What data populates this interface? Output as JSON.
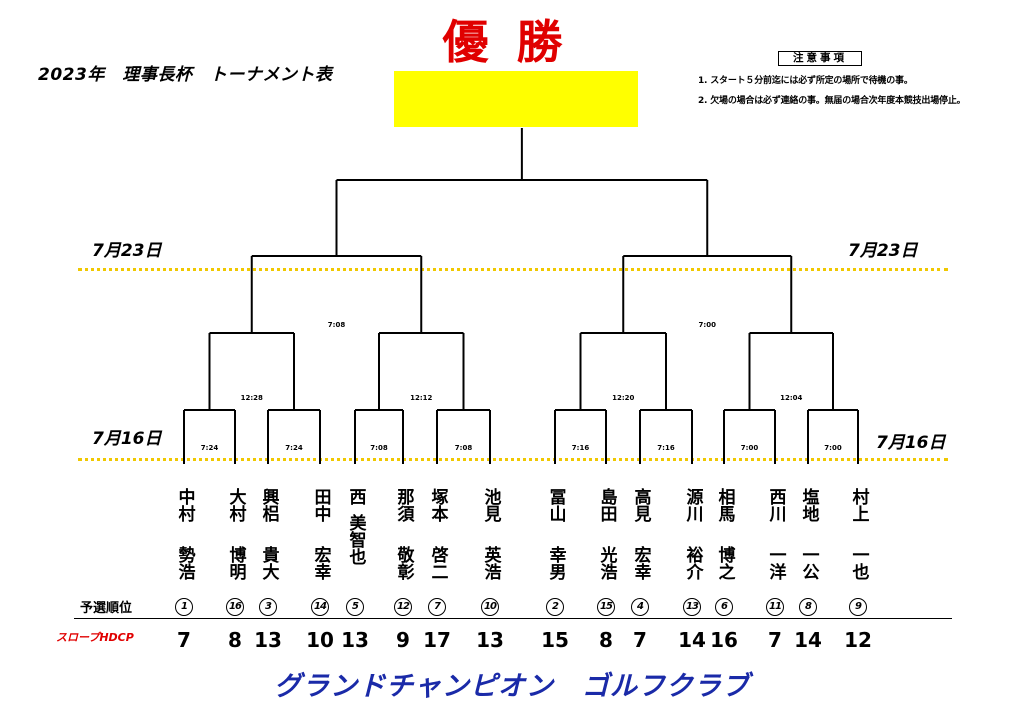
{
  "title": "2023年　理事長杯　トーナメント表",
  "winner_label": "優勝",
  "notes": {
    "heading": "注意事項",
    "items": [
      "1. スタート５分前迄には必ず所定の場所で待機の事。",
      "2. 欠場の場合は必ず連絡の事。無届の場合次年度本競技出場停止。"
    ]
  },
  "dates": {
    "semis": "7月23日",
    "first_round": "7月16日"
  },
  "times": {
    "r1": [
      "7:24",
      "7:24",
      "7:08",
      "7:08",
      "7:16",
      "7:16",
      "7:00",
      "7:00"
    ],
    "qf": [
      "12:28",
      "12:12",
      "12:20",
      "12:04"
    ],
    "sf": [
      "7:08",
      "7:00"
    ]
  },
  "labels": {
    "seed": "予選順位",
    "hdcp": "スロープHDCP"
  },
  "players": [
    {
      "line1": "中村",
      "line2": "勢浩",
      "seed": "1",
      "hdcp": "7"
    },
    {
      "line1": "大村",
      "line2": "博明",
      "seed": "16",
      "hdcp": "8"
    },
    {
      "line1": "興梠",
      "line2": "貴大",
      "seed": "3",
      "hdcp": "13"
    },
    {
      "line1": "田中",
      "line2": "宏幸",
      "seed": "14",
      "hdcp": "10"
    },
    {
      "line1": "西",
      "line2": "美智也",
      "seed": "5",
      "hdcp": "13"
    },
    {
      "line1": "那須",
      "line2": "敬彰",
      "seed": "12",
      "hdcp": "9"
    },
    {
      "line1": "塚本",
      "line2": "啓二",
      "seed": "7",
      "hdcp": "17"
    },
    {
      "line1": "池見",
      "line2": "英浩",
      "seed": "10",
      "hdcp": "13"
    },
    {
      "line1": "冨山",
      "line2": "幸男",
      "seed": "2",
      "hdcp": "15"
    },
    {
      "line1": "島田",
      "line2": "光浩",
      "seed": "15",
      "hdcp": "8"
    },
    {
      "line1": "高見",
      "line2": "宏幸",
      "seed": "4",
      "hdcp": "7"
    },
    {
      "line1": "源川",
      "line2": "裕介",
      "seed": "13",
      "hdcp": "14"
    },
    {
      "line1": "相馬",
      "line2": "博之",
      "seed": "6",
      "hdcp": "16"
    },
    {
      "line1": "西川",
      "line2": "一洋",
      "seed": "11",
      "hdcp": "7"
    },
    {
      "line1": "塩地",
      "line2": "一公",
      "seed": "8",
      "hdcp": "14"
    },
    {
      "line1": "村上",
      "line2": "一也",
      "seed": "9",
      "hdcp": "12"
    }
  ],
  "club_name": "グランドチャンピオン　ゴルフクラブ",
  "colors": {
    "winner_box": "#ffff00",
    "winner_text": "#e00000",
    "dots": "#f0c800",
    "logo": "#1a2aa8",
    "hdcp_label": "#e00000"
  }
}
